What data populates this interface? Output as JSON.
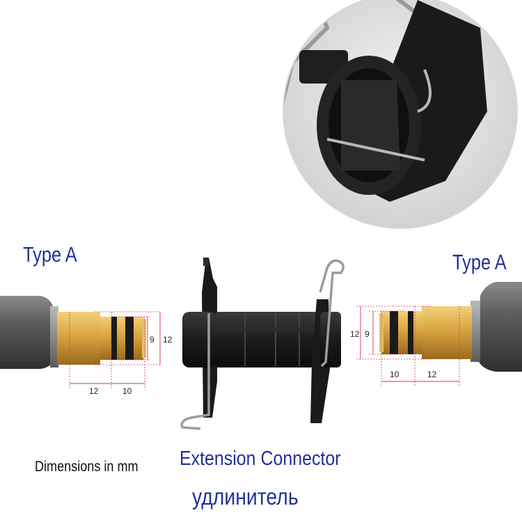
{
  "labels": {
    "type_left": "Type A",
    "type_right": "Type A",
    "dimensions_note": "Dimensions in mm",
    "connector_title": "Extension Connector",
    "connector_title_ru": "удлинитель"
  },
  "left_fitting_dims": {
    "length_body": "12",
    "length_tip": "10",
    "diameter_inner": "9",
    "diameter_outer": "12"
  },
  "right_fitting_dims": {
    "length_tip": "10",
    "length_body": "12",
    "diameter_inner": "9",
    "diameter_outer": "12"
  },
  "colors": {
    "label_blue": "#22319a",
    "dimension_red": "#d6334a",
    "brass": "#d9a441",
    "hose_grey": "#5c5c5c",
    "plastic_black": "#1c1c1c"
  }
}
